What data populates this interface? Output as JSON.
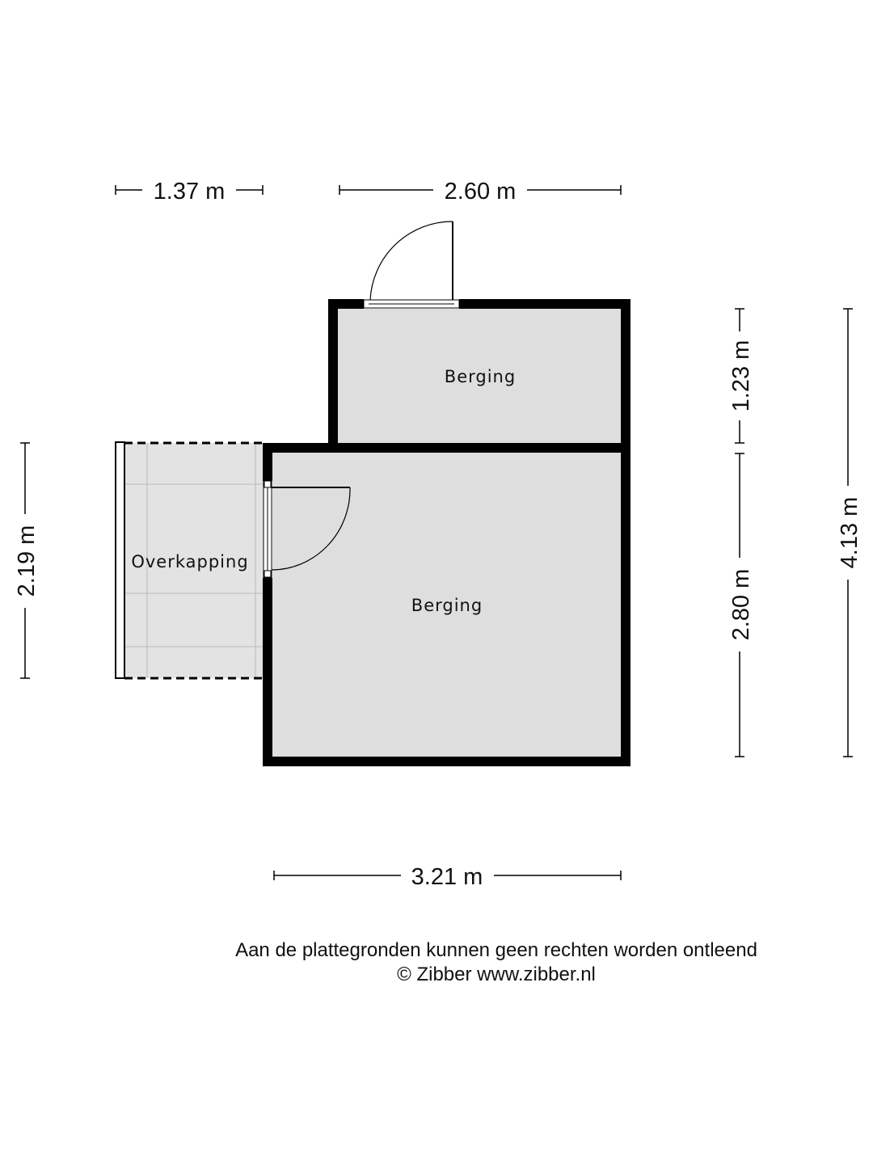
{
  "rooms": {
    "berging_top": "Berging",
    "berging_main": "Berging",
    "overkapping": "Overkapping"
  },
  "dimensions": {
    "top_left": "1.37 m",
    "top_right": "2.60 m",
    "bottom": "3.21 m",
    "left": "2.19 m",
    "right_upper": "1.23 m",
    "right_lower": "2.80 m",
    "right_total": "4.13 m"
  },
  "footer": {
    "disclaimer": "Aan de plattegronden kunnen geen rechten worden ontleend",
    "copyright": "© Zibber www.zibber.nl"
  },
  "colors": {
    "wall": "#000000",
    "floor": "#dedede",
    "overkapping_floor": "#e3e3e3"
  }
}
